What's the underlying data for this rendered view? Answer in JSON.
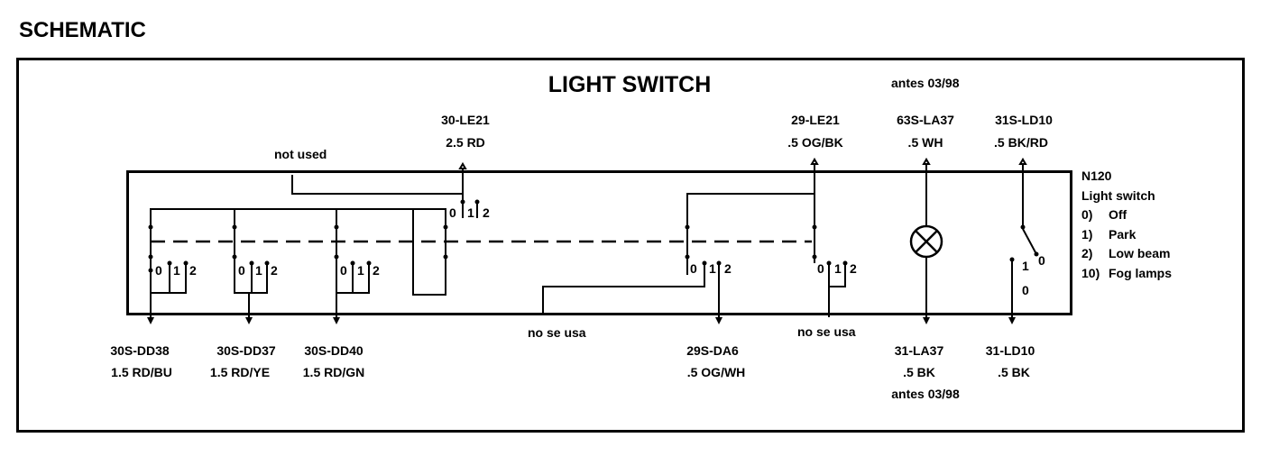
{
  "heading": "SCHEMATIC",
  "title": "LIGHT SWITCH",
  "top_note": "antes 03/98",
  "not_used": "not used",
  "no_se_usa_1": "no se usa",
  "no_se_usa_2": "no se usa",
  "top_connectors": [
    {
      "code": "30-LE21",
      "wire": "2.5 RD"
    },
    {
      "code": "29-LE21",
      "wire": ".5 OG/BK"
    },
    {
      "code": "63S-LA37",
      "wire": ".5 WH"
    },
    {
      "code": "31S-LD10",
      "wire": ".5 BK/RD"
    }
  ],
  "bottom_connectors": [
    {
      "code": "30S-DD38",
      "wire": "1.5 RD/BU"
    },
    {
      "code": "30S-DD37",
      "wire": "1.5 RD/YE"
    },
    {
      "code": "30S-DD40",
      "wire": "1.5 RD/GN"
    },
    {
      "code": "29S-DA6",
      "wire": ".5 OG/WH"
    },
    {
      "code": "31-LA37",
      "wire": ".5 BK",
      "note": "antes 03/98"
    },
    {
      "code": "31-LD10",
      "wire": ".5 BK"
    }
  ],
  "component": {
    "id": "N120",
    "name": "Light switch",
    "positions": [
      {
        "key": "0)",
        "label": "Off"
      },
      {
        "key": "1)",
        "label": "Park"
      },
      {
        "key": "2)",
        "label": "Low beam"
      },
      {
        "key": "10)",
        "label": "Fog lamps"
      }
    ]
  },
  "switch_positions": {
    "p0": "0",
    "p1": "1",
    "p2": "2"
  }
}
